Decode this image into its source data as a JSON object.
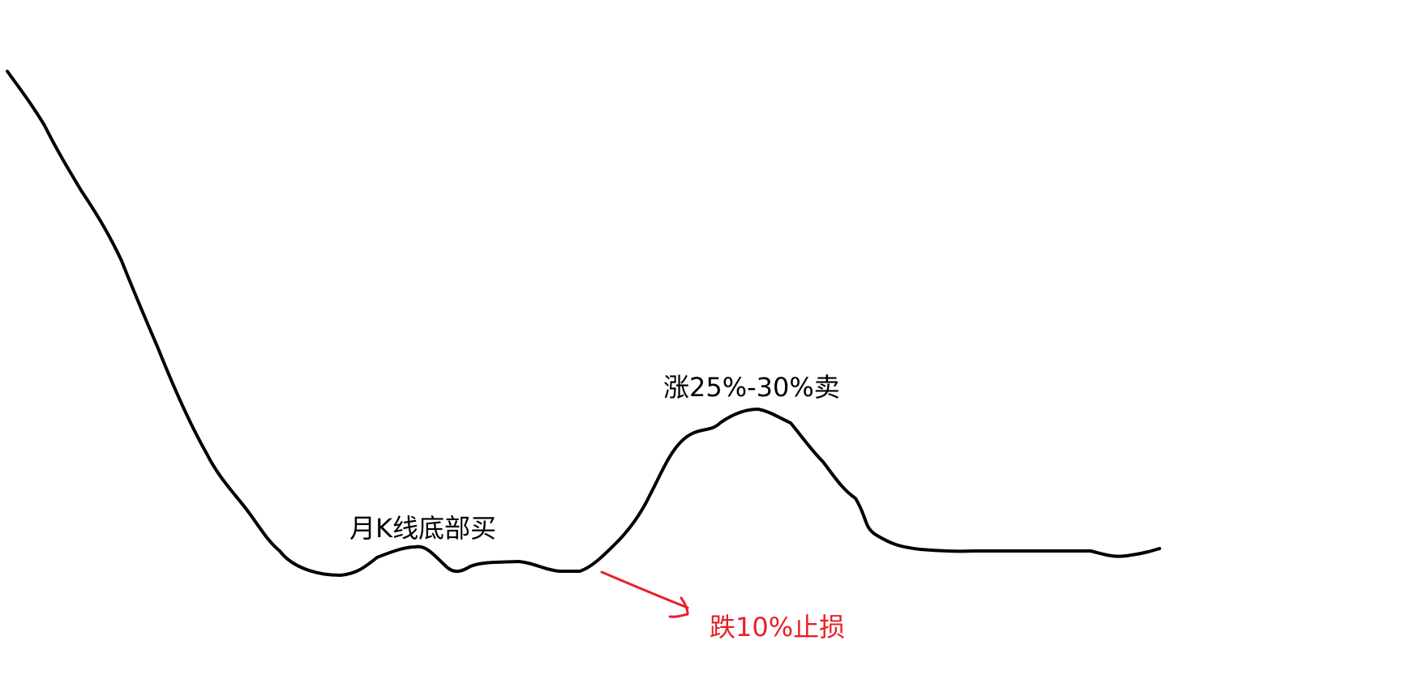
{
  "annotations": {
    "buy": "月K线底部买",
    "sell": "涨25%-30%卖",
    "stop_loss": "跌10%止损"
  },
  "colors": {
    "line": "#000000",
    "text": "#000000",
    "stop_loss": "#e8202a",
    "background": "#ffffff"
  },
  "icons": {
    "stop_loss_arrow": "arrow-right-down-icon"
  }
}
